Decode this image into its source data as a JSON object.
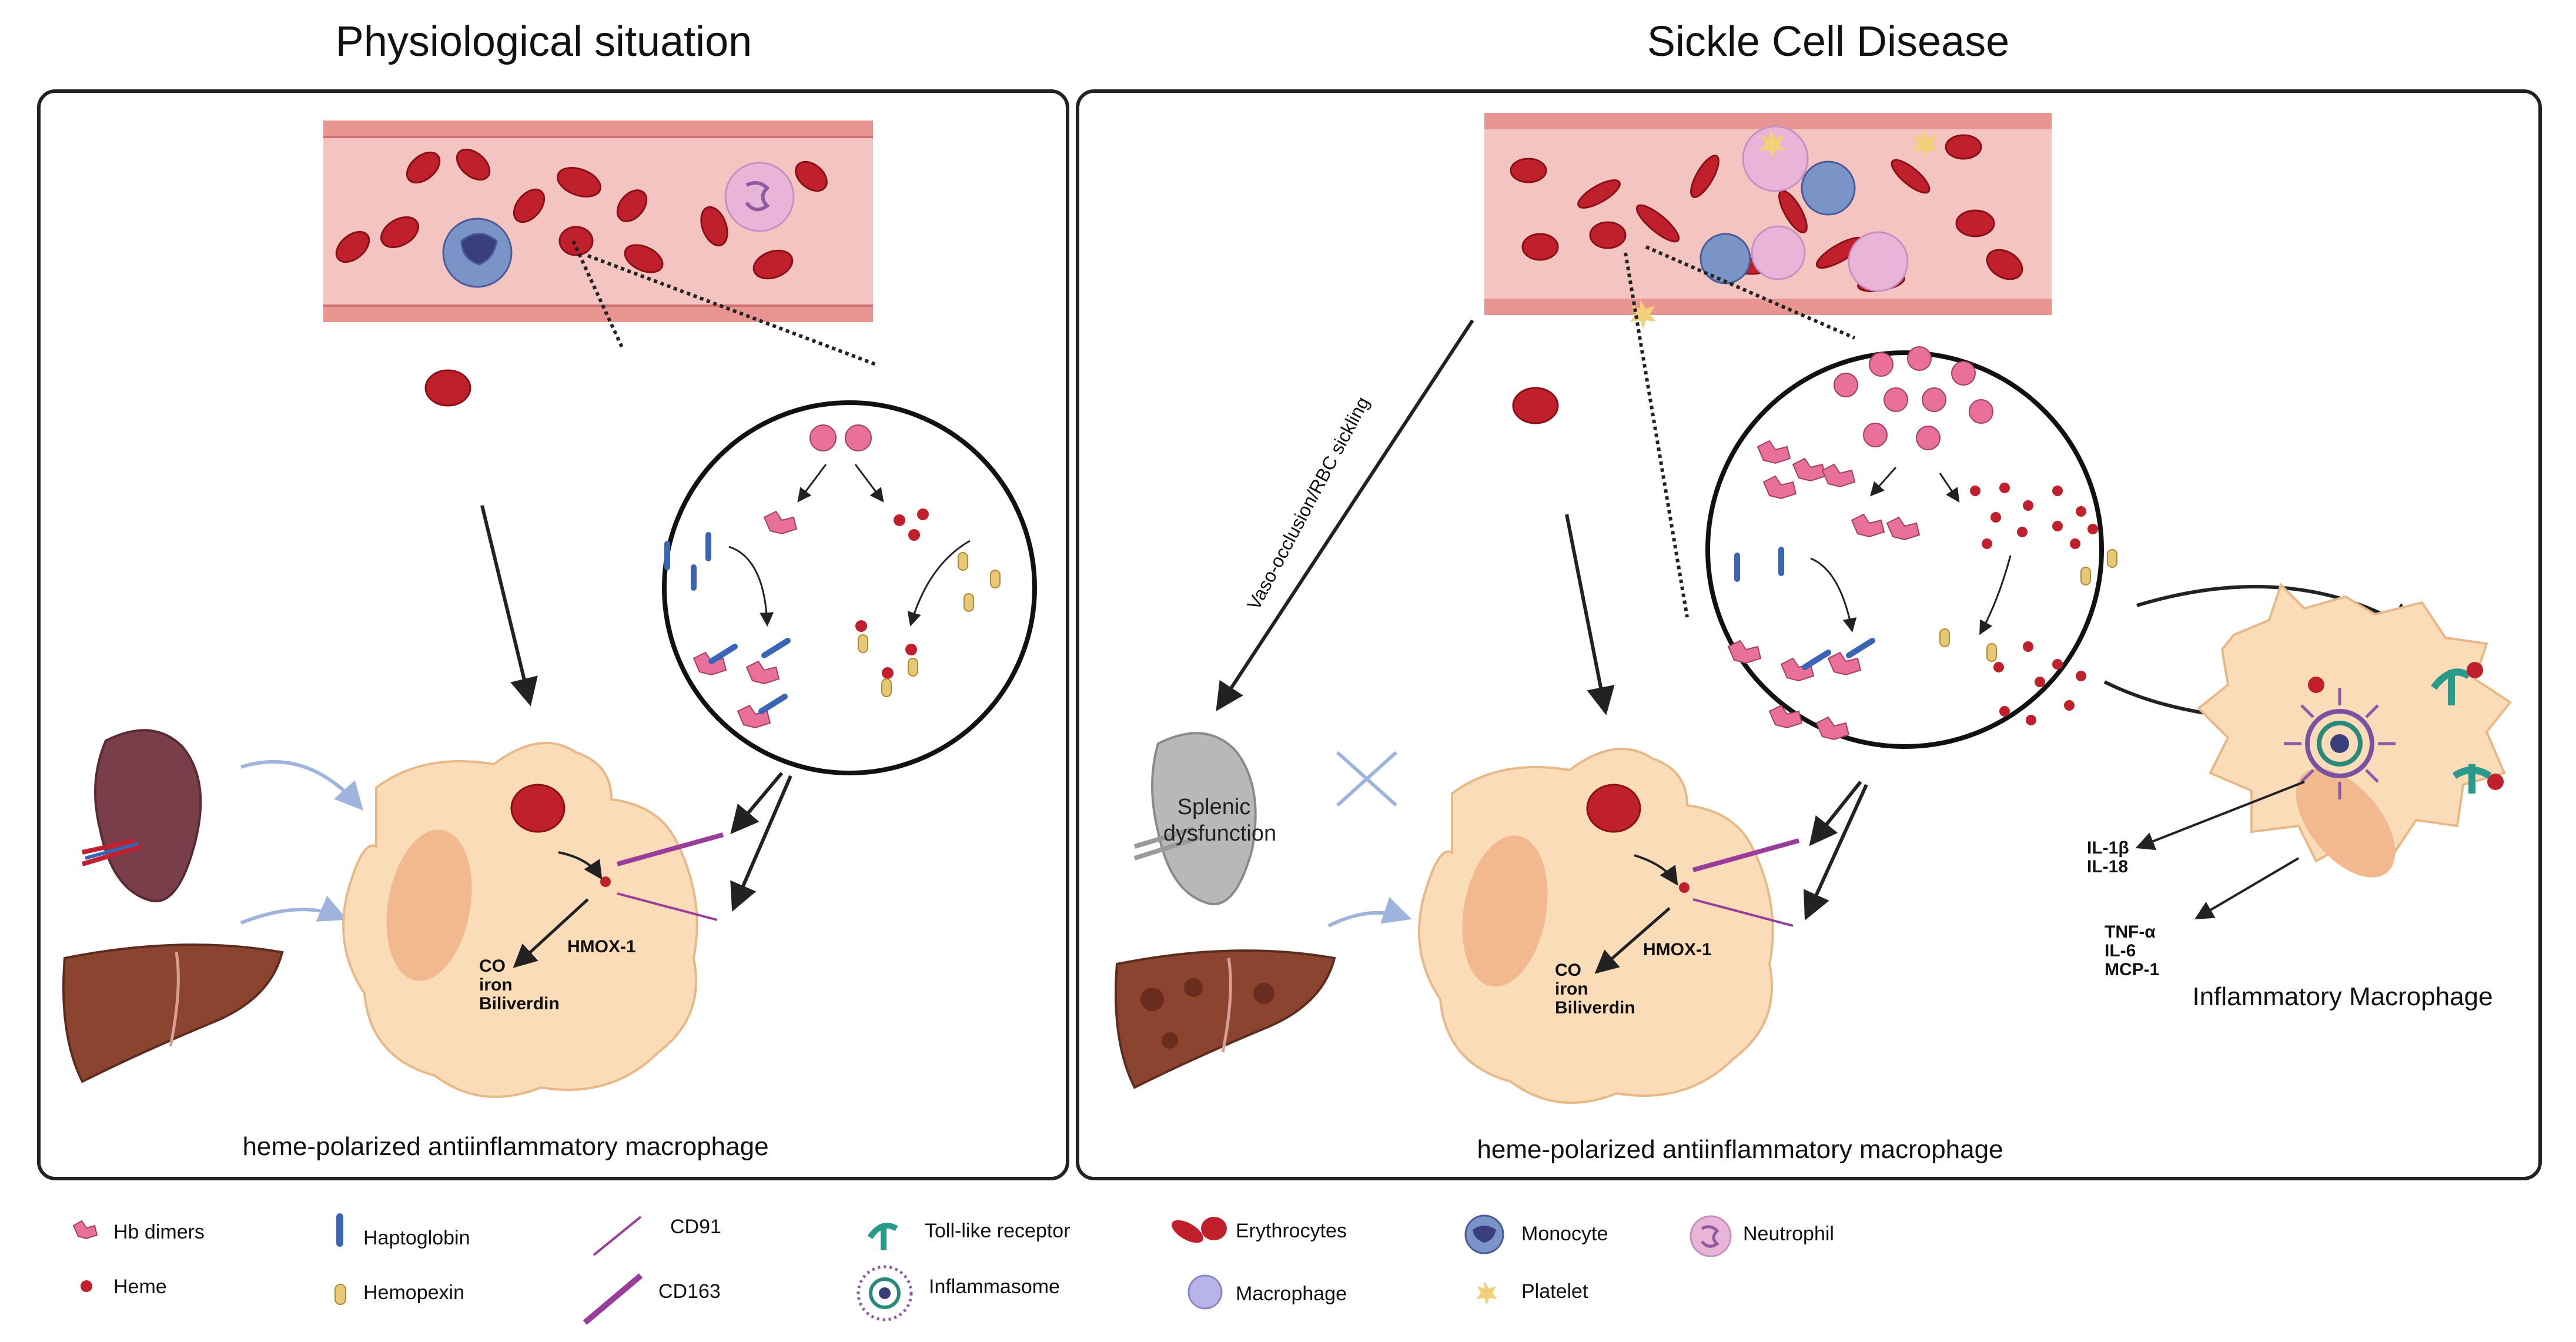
{
  "panels": {
    "left_title": "Physiological situation",
    "right_title": "Sickle Cell Disease",
    "left_caption": "heme-polarized antiinflammatory macrophage",
    "right_caption": "heme-polarized antiinflammatory macrophage"
  },
  "macrophage_labels": {
    "hmox": "HMOX-1",
    "co": "CO",
    "iron": "iron",
    "biliverdin": "Biliverdin"
  },
  "labels": {
    "vaso": "Vaso-occlusion/RBC sickling",
    "splenic_line1": "Splenic",
    "splenic_line2": "dysfunction",
    "il1b": "IL-1β",
    "il18": "IL-18",
    "tnfa": "TNF-α",
    "il6": "IL-6",
    "mcp1": "MCP-1",
    "inflammatory_macrophage": "Inflammatory Macrophage"
  },
  "legend": {
    "hb_dimers": "Hb dimers",
    "heme": "Heme",
    "haptoglobin": "Haptoglobin",
    "hemopexin": "Hemopexin",
    "cd91": "CD91",
    "cd163": "CD163",
    "tlr": "Toll-like receptor",
    "inflammasome": "Inflammasome",
    "erythrocytes": "Erythrocytes",
    "macrophage": "Macrophage",
    "monocyte": "Monocyte",
    "platelet": "Platelet",
    "neutrophil": "Neutrophil"
  },
  "colors": {
    "frame": "#222222",
    "vessel": "#f4c4c0",
    "rbc": "#c0202c",
    "macrophage_fill": "#fbdcb8",
    "nucleus": "#f2b88e",
    "haptoglobin": "#3a64b4",
    "hemopexin": "#e8c878",
    "hb_dimer": "#e8709a",
    "spleen": "#7a3e4a",
    "liver": "#8a4430",
    "arrow_blue": "#9fb4dc"
  }
}
